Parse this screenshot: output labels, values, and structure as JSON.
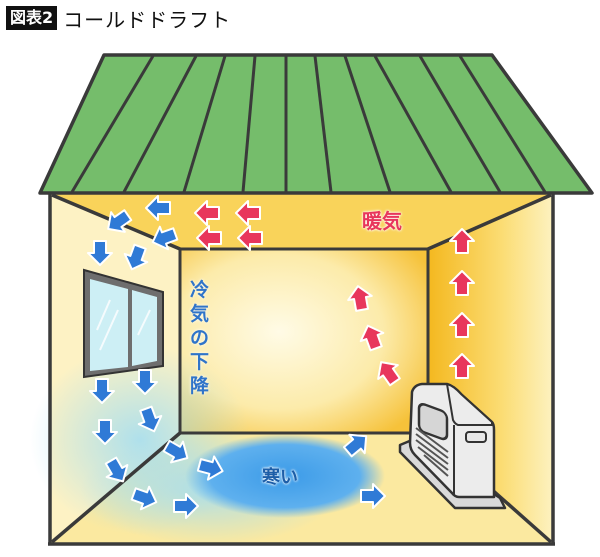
{
  "header": {
    "figure_label": "図表2",
    "title": "コールドドラフト"
  },
  "labels": {
    "warm_air": "暖気",
    "cold_air_descent": "冷気の下降",
    "cold": "寒い"
  },
  "colors": {
    "roof": "#75bd6b",
    "outline": "#3a3a3a",
    "wall_warm": "#f8c93c",
    "wall_light": "#fdf6c8",
    "cold_blue": "#3d9be8",
    "warm_arrow": "#e8365c",
    "cold_arrow": "#2f7ad6"
  }
}
